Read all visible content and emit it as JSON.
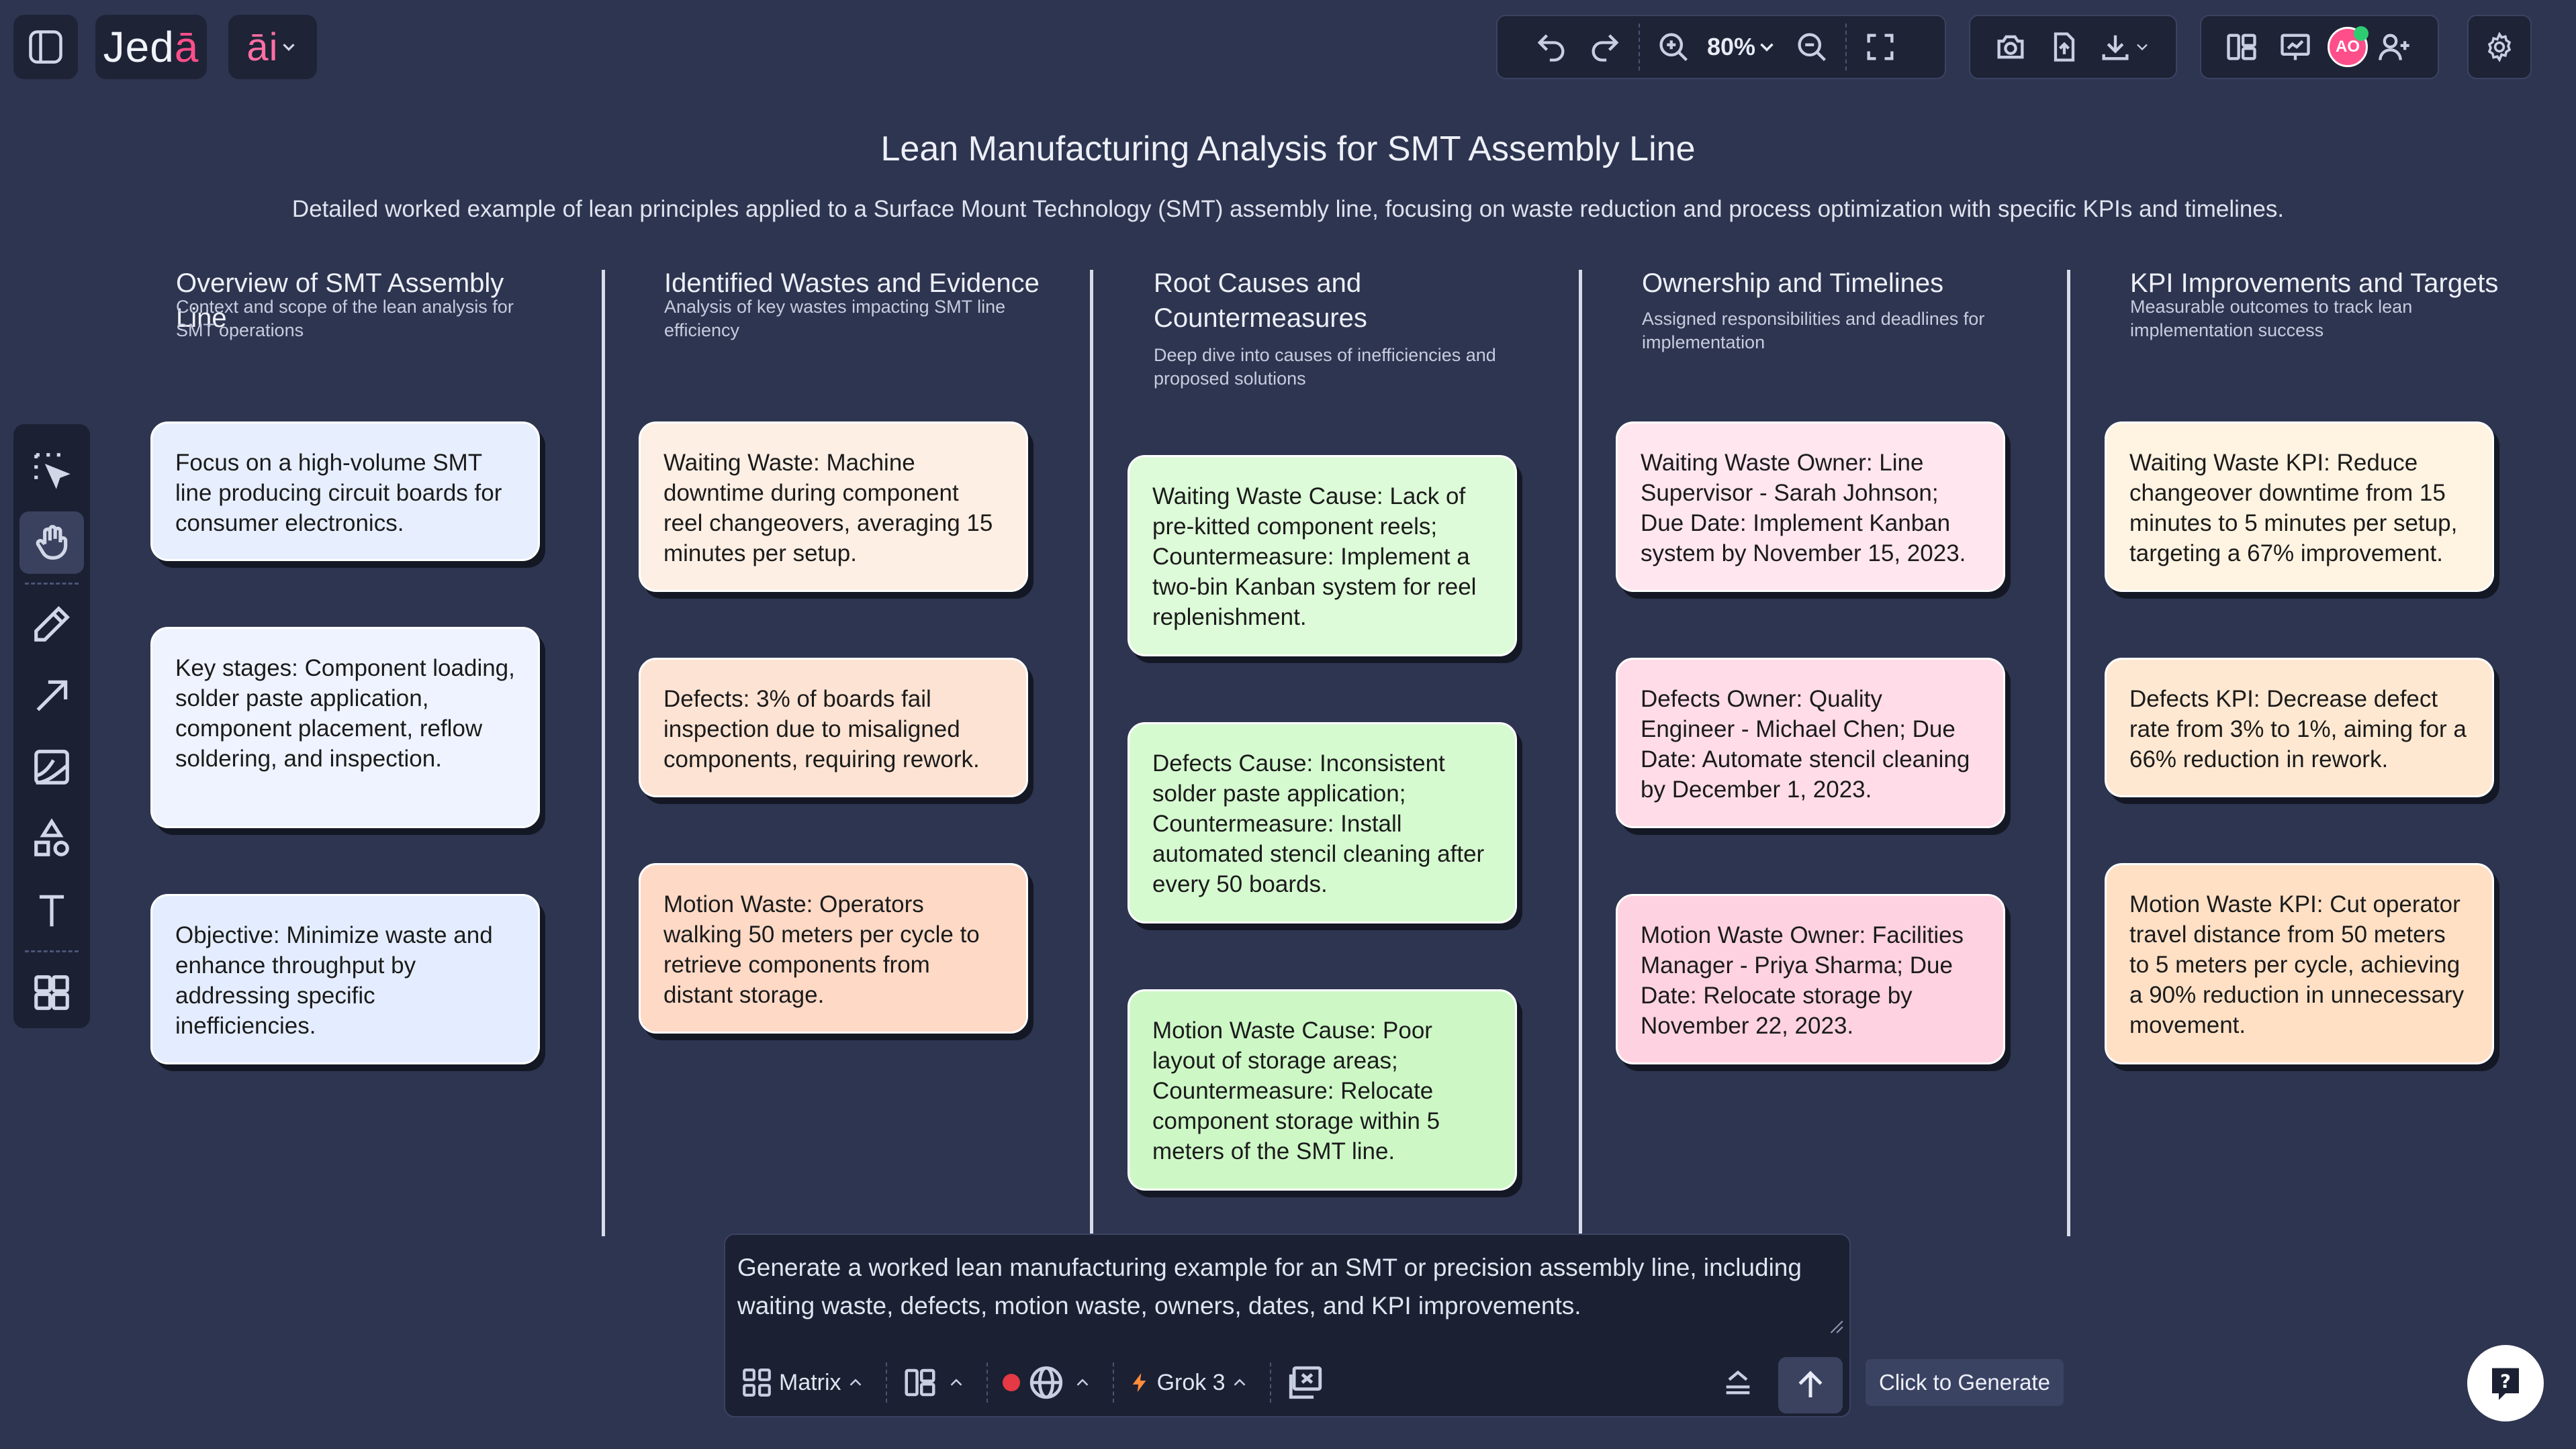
{
  "app": {
    "logo_main": "Jed",
    "logo_accent": "ā",
    "ai_label": "āi",
    "zoom": "80%",
    "avatar_initials": "AO"
  },
  "header": {
    "title": "Lean Manufacturing Analysis for SMT Assembly Line",
    "subtitle": "Detailed worked example of lean principles applied to a Surface Mount Technology (SMT) assembly line, focusing on waste reduction and process optimization with specific KPIs and timelines."
  },
  "columns": [
    {
      "title": "Overview of SMT Assembly Line",
      "desc": "Context and scope of the lean analysis for SMT operations",
      "cards": [
        "Focus on a high-volume SMT line producing circuit boards for consumer electronics.",
        "Key stages: Component loading, solder paste application, component placement, reflow soldering, and inspection.",
        "Objective: Minimize waste and enhance throughput by addressing specific inefficiencies."
      ]
    },
    {
      "title": "Identified Wastes and Evidence",
      "desc": "Analysis of key wastes impacting SMT line efficiency",
      "cards": [
        "Waiting Waste: Machine downtime during component reel changeovers, averaging 15 minutes per setup.",
        "Defects: 3% of boards fail inspection due to misaligned components, requiring rework.",
        "Motion Waste: Operators walking 50 meters per cycle to retrieve components from distant storage."
      ]
    },
    {
      "title": "Root Causes and Countermeasures",
      "desc": "Deep dive into causes of inefficiencies and proposed solutions",
      "cards": [
        "Waiting Waste Cause: Lack of pre-kitted component reels; Countermeasure: Implement a two-bin Kanban system for reel replenishment.",
        "Defects Cause: Inconsistent solder paste application; Countermeasure: Install automated stencil cleaning after every 50 boards.",
        "Motion Waste Cause: Poor layout of storage areas; Countermeasure: Relocate component storage within 5 meters of the SMT line."
      ]
    },
    {
      "title": "Ownership and Timelines",
      "desc": "Assigned responsibilities and deadlines for implementation",
      "cards": [
        "Waiting Waste Owner: Line Supervisor - Sarah Johnson; Due Date: Implement Kanban system by November 15, 2023.",
        "Defects Owner: Quality Engineer - Michael Chen; Due Date: Automate stencil cleaning by December 1, 2023.",
        "Motion Waste Owner: Facilities Manager - Priya Sharma; Due Date: Relocate storage by November 22, 2023."
      ]
    },
    {
      "title": "KPI Improvements and Targets",
      "desc": "Measurable outcomes to track lean implementation success",
      "cards": [
        "Waiting Waste KPI: Reduce changeover downtime from 15 minutes to 5 minutes per setup, targeting a 67% improvement.",
        "Defects KPI: Decrease defect rate from 3% to 1%, aiming for a 66% reduction in rework.",
        "Motion Waste KPI: Cut operator travel distance from 50 meters to 5 meters per cycle, achieving a 90% reduction in unnecessary movement."
      ]
    }
  ],
  "prompt": {
    "text": "Generate a worked lean manufacturing example for an SMT or precision assembly line, including waiting waste, defects, motion waste, owners, dates, and KPI improvements.",
    "layout_mode": "Matrix",
    "model": "Grok 3",
    "tooltip": "Click to Generate"
  },
  "colors": {
    "background": "#2e3550",
    "panel": "#1e2336",
    "accent": "#ff4f8b",
    "record_dot": "#e53945",
    "online_dot": "#2ecc71",
    "bolt": "#ff8c3a"
  }
}
